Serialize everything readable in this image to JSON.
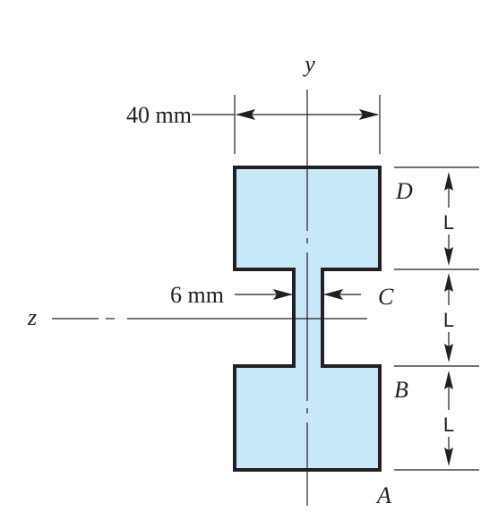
{
  "labels": {
    "y_axis": "y",
    "z_axis": "z",
    "width_dim": "40 mm",
    "web_dim": "6 mm",
    "point_a": "A",
    "point_b": "B",
    "point_c": "C",
    "point_d": "D",
    "segment_1": "L",
    "segment_2": "L",
    "segment_3": "L"
  },
  "colors": {
    "section_fill": "#c8e8fa",
    "section_stroke": "#231f20",
    "line": "#231f20"
  }
}
